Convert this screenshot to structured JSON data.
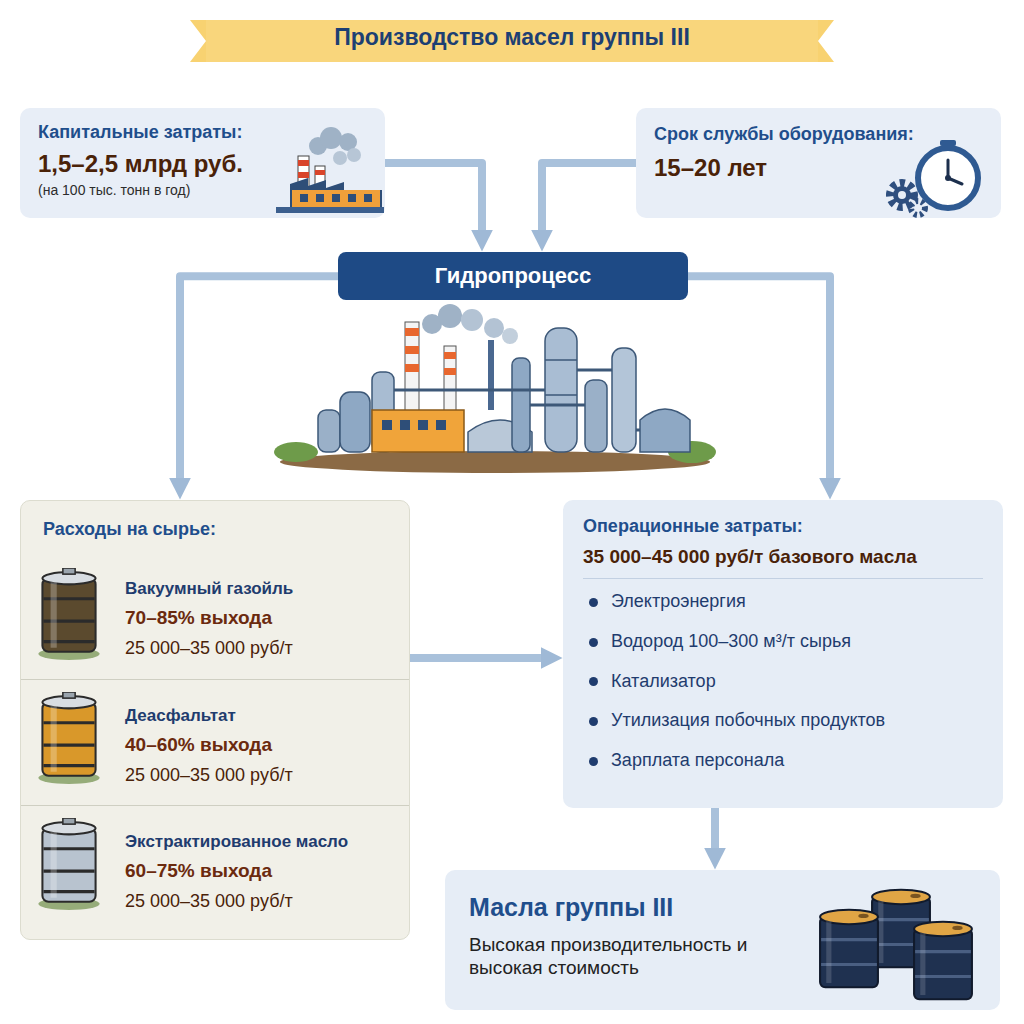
{
  "diagram": {
    "title": "Производство масел группы III",
    "nodes": [
      {
        "text": [
          "Капитальные затраты:",
          "1,5–2,5 млрд руб.",
          "(на 100 тыс. тонн в год)"
        ]
      },
      {
        "text": [
          "Срок службы оборудования:",
          "15–20 лет"
        ]
      },
      {
        "text": [
          "Гидропроцесс"
        ]
      },
      {
        "text": [
          "Расходы на сырье:"
        ]
      },
      {
        "text": [
          "Вакуумный газойль",
          "70–85% выхода",
          "25 000–35 000 руб/т"
        ],
        "in": 3
      },
      {
        "text": [
          "Деасфальтат",
          "40–60% выхода",
          "25 000–35 000 руб/т"
        ],
        "in": 3
      },
      {
        "text": [
          "Экстрактированное масло",
          "60–75% выхода",
          "25 000–35 000 руб/т"
        ],
        "in": 3
      },
      {
        "text": [
          "Операционные затраты:",
          "35 000–45 000 руб/т базового масла",
          "Электроэнергия",
          "Водород 100–300 м³/т сырья",
          "Катализатор",
          "Утилизация побочных продуктов",
          "Зарплата персонала"
        ]
      },
      {
        "text": [
          "Масла группы III",
          "Высокая производительность и высокая стоимость"
        ]
      }
    ],
    "edges": [
      {
        "from": 0,
        "to": 2,
        "arrow": "to"
      },
      {
        "from": 1,
        "to": 2,
        "arrow": "to"
      },
      {
        "from": 2,
        "to": 3,
        "arrow": "to"
      },
      {
        "from": 2,
        "to": 7,
        "arrow": "to"
      },
      {
        "from": 3,
        "to": 7,
        "arrow": "to"
      },
      {
        "from": 7,
        "to": 8,
        "arrow": "to"
      }
    ]
  }
}
